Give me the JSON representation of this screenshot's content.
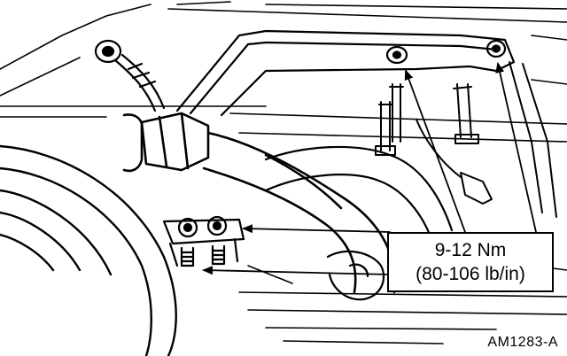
{
  "callout": {
    "line1": "9-12 Nm",
    "line2": "(80-106 lb/in)"
  },
  "figure_id": "AM1283-A",
  "colors": {
    "ink": "#000000",
    "paper": "#ffffff"
  }
}
